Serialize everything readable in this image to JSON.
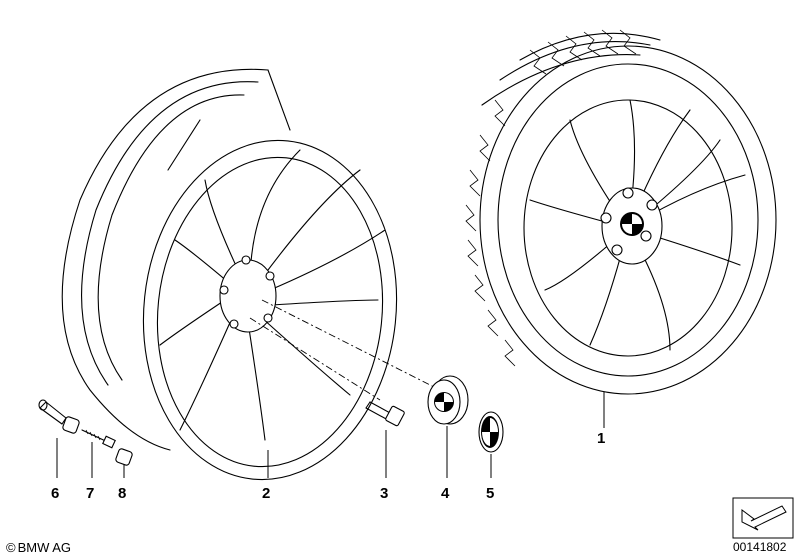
{
  "callouts": [
    "1",
    "2",
    "3",
    "4",
    "5",
    "6",
    "7",
    "8"
  ],
  "copyright": {
    "symbol": "©",
    "text": "BMW AG"
  },
  "document_number": "00141802",
  "icons": [
    "view-direction-arrow-icon",
    "bmw-roundel-icon"
  ]
}
